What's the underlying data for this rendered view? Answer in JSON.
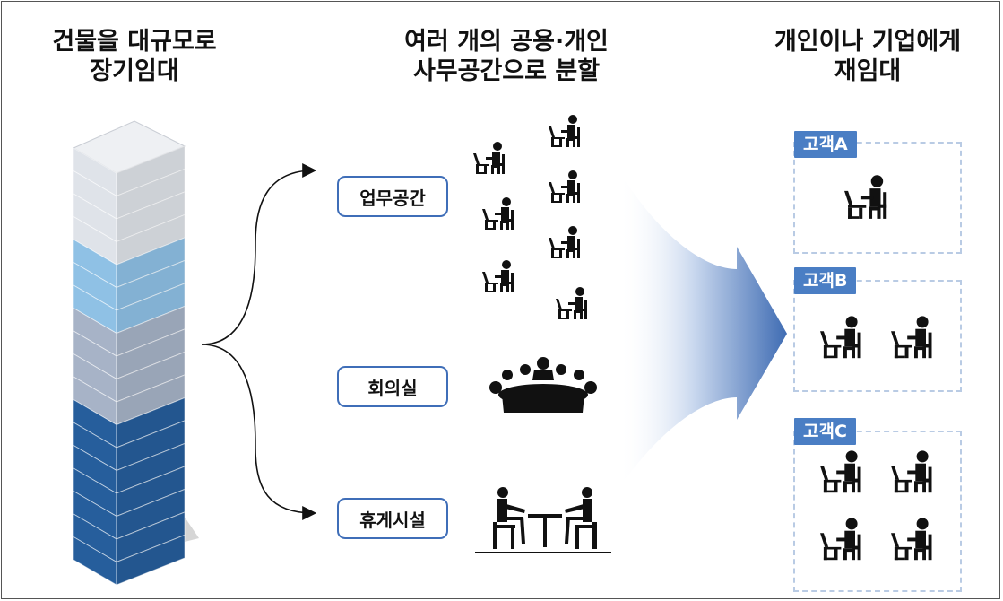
{
  "headings": {
    "left": [
      "건물을 대규모로",
      "장기임대"
    ],
    "middle": [
      "여러 개의 공용·개인",
      "사무공간으로 분할"
    ],
    "right": [
      "개인이나 기업에게",
      "재임대"
    ]
  },
  "spaces": {
    "office": "업무공간",
    "meeting": "회의실",
    "lounge": "휴게시설"
  },
  "clients": {
    "a": "고객A",
    "b": "고객B",
    "c": "고객C"
  },
  "colors": {
    "button_border": "#3f6eb8",
    "client_tag": "#4a7ec4",
    "client_border": "#b9cbe4",
    "building_light": "#dfe3e9",
    "building_sky": "#8fc1e5",
    "building_grey": "#a7b3c7",
    "building_dark": "#265e9c"
  }
}
